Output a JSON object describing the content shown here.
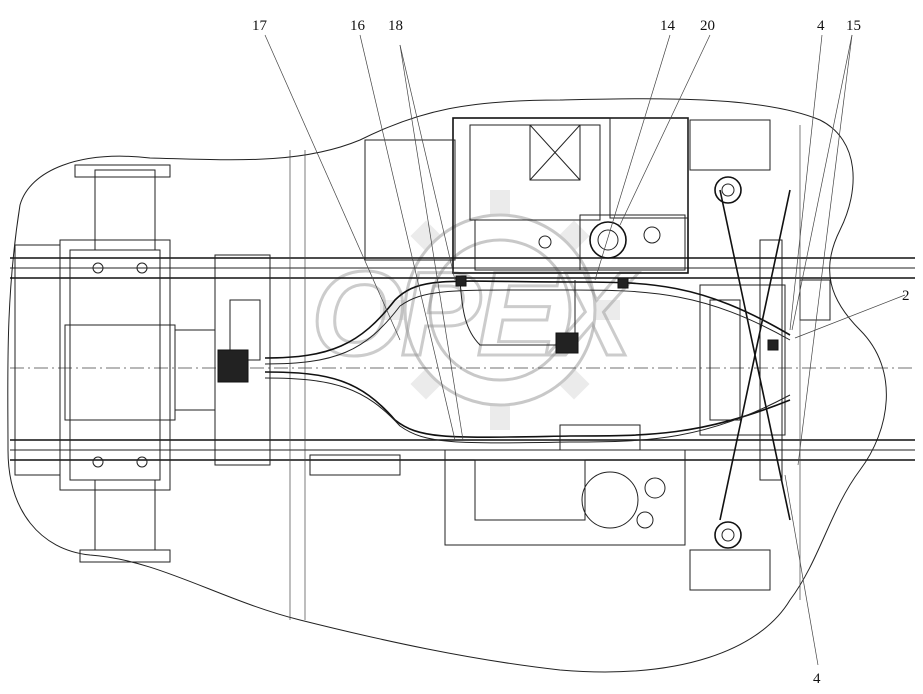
{
  "callouts": [
    {
      "id": "c17",
      "label": "17"
    },
    {
      "id": "c16",
      "label": "16"
    },
    {
      "id": "c18",
      "label": "18"
    },
    {
      "id": "c14",
      "label": "14"
    },
    {
      "id": "c20",
      "label": "20"
    },
    {
      "id": "c4top",
      "label": "4"
    },
    {
      "id": "c15",
      "label": "15"
    },
    {
      "id": "c2",
      "label": "2"
    },
    {
      "id": "c4bot",
      "label": "4"
    }
  ],
  "watermark": {
    "text": "OPEX"
  }
}
